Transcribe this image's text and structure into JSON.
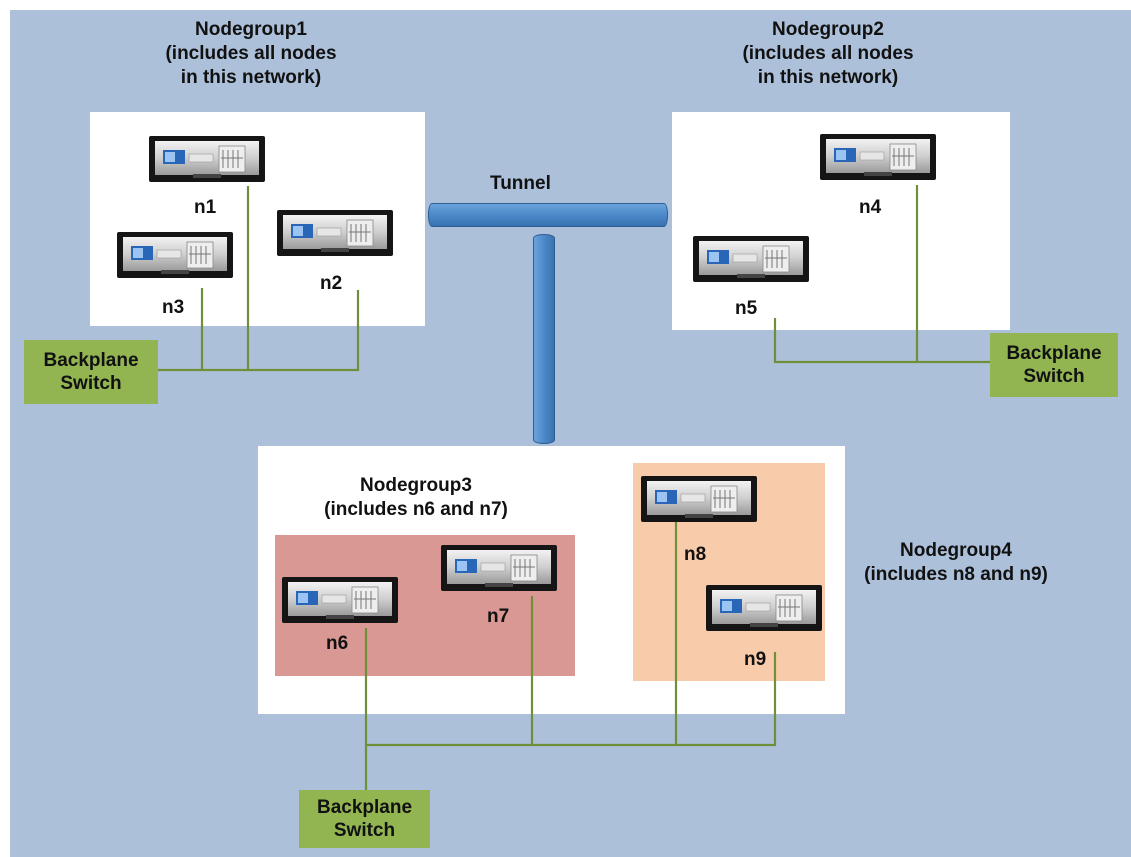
{
  "colors": {
    "background": "#adc0da",
    "box": "#ffffff",
    "nodegroup3_fill": "#d99894",
    "nodegroup4_fill": "#f8ccaa",
    "switch_fill": "#92b552",
    "wire": "#6f8f3a",
    "tunnel": "#4a86c7"
  },
  "nodegroups": {
    "ng1": [
      "Nodegroup1",
      "(includes all nodes",
      "in this network)"
    ],
    "ng2": [
      "Nodegroup2",
      "(includes all nodes",
      "in this network)"
    ],
    "ng3": [
      "Nodegroup3",
      "(includes n6 and n7)"
    ],
    "ng4": [
      "Nodegroup4",
      "(includes n8 and n9)"
    ]
  },
  "tunnel_label": "Tunnel",
  "nodes": {
    "n1": "n1",
    "n2": "n2",
    "n3": "n3",
    "n4": "n4",
    "n5": "n5",
    "n6": "n6",
    "n7": "n7",
    "n8": "n8",
    "n9": "n9"
  },
  "switches": {
    "left": [
      "Backplane",
      "Switch"
    ],
    "right": [
      "Backplane",
      "Switch"
    ],
    "bottom": [
      "Backplane",
      "Switch"
    ]
  },
  "icons": {
    "node": "appliance-server-icon"
  }
}
